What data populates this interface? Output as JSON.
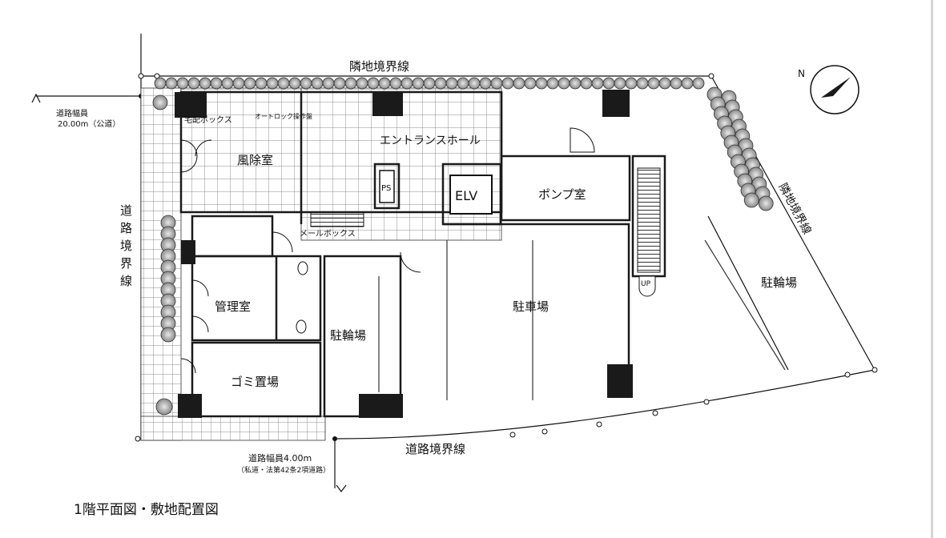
{
  "title": "1階平面図・敷地配置図",
  "boundaries": {
    "north_neighbor": "隣地境界線",
    "east_neighbor": "隣地境界線",
    "west_road": "道路境界線",
    "south_road": "道路境界線"
  },
  "roads": {
    "west": {
      "label": "道路幅員",
      "width": "20.00m（公道）"
    },
    "south": {
      "label": "道路幅員4.00m",
      "note": "（私道・法第42条2項道路）"
    }
  },
  "rooms": {
    "delivery_box": "宅配ボックス",
    "autolock_panel": "オートロック操作盤",
    "windbreak": "風除室",
    "entrance_hall": "エントランスホール",
    "ps": "PS",
    "elv": "ELV",
    "mailbox": "メールボックス",
    "pump": "ポンプ室",
    "management": "管理室",
    "garbage": "ゴミ置場",
    "bike_parking_left": "駐輪場",
    "car_parking": "駐車場",
    "bike_parking_right": "駐輪場",
    "up": "UP"
  },
  "compass": {
    "north": "N"
  },
  "colors": {
    "ink": "#111111",
    "wall": "#1a1a1a",
    "shrub": "#9a9a9a",
    "hatch": "#777777"
  }
}
